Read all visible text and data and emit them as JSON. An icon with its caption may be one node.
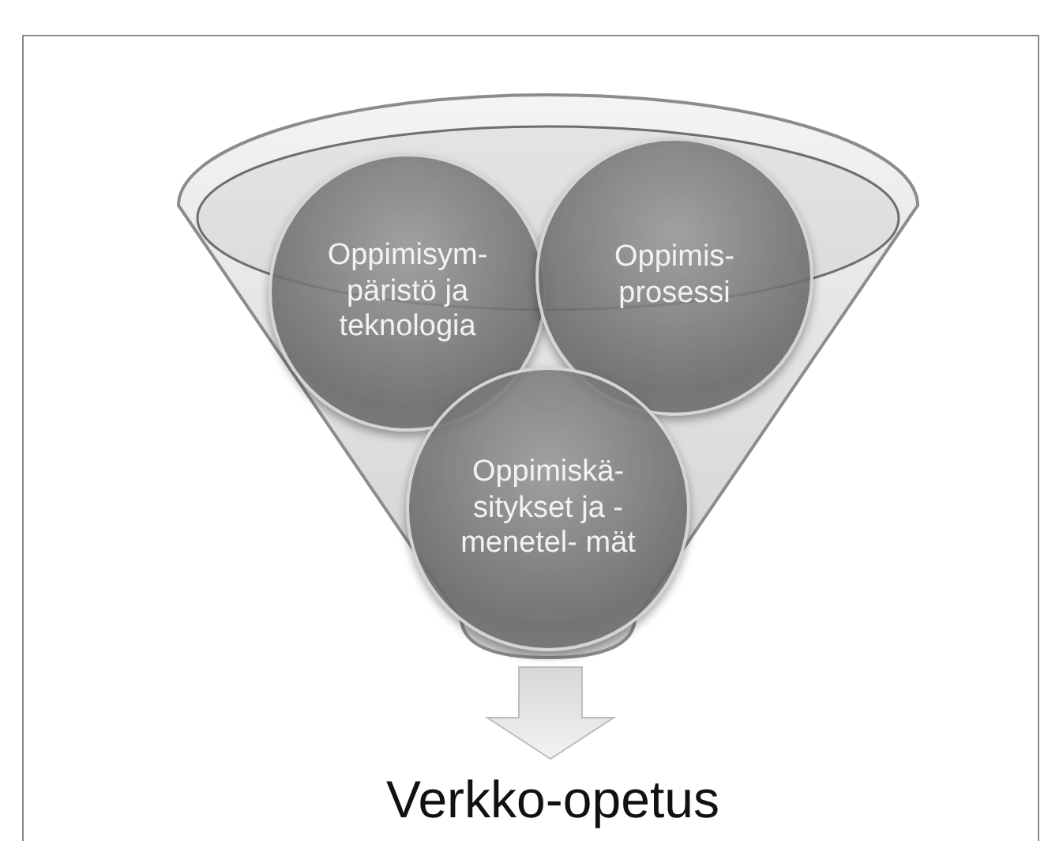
{
  "diagram": {
    "nodes": [
      {
        "text": [],
        "shape": "funnel"
      },
      {
        "text": [
          "Oppimisym- päristö ja teknologia"
        ],
        "in": 0
      },
      {
        "text": [
          "Oppimis- prosessi"
        ],
        "in": 0
      },
      {
        "text": [
          "Oppimiskä- sitykset ja -menetel- mät"
        ],
        "in": 0
      },
      {
        "text": [
          "Verkko-opetus"
        ]
      }
    ],
    "edges": [
      {
        "from": 0,
        "to": 4,
        "arrow": "to",
        "style": "thick"
      }
    ]
  }
}
